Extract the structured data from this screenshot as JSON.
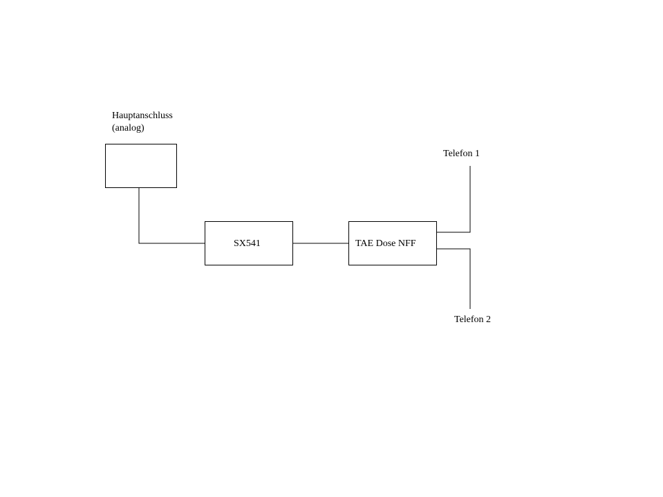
{
  "diagram": {
    "main_line": {
      "label_line1": "Hauptanschluss",
      "label_line2": "(analog)"
    },
    "device": {
      "label": "SX541"
    },
    "socket": {
      "label": "TAE Dose NFF"
    },
    "phone1": {
      "label": "Telefon 1"
    },
    "phone2": {
      "label": "Telefon 2"
    },
    "line_color": "#000000",
    "background_color": "#ffffff"
  }
}
